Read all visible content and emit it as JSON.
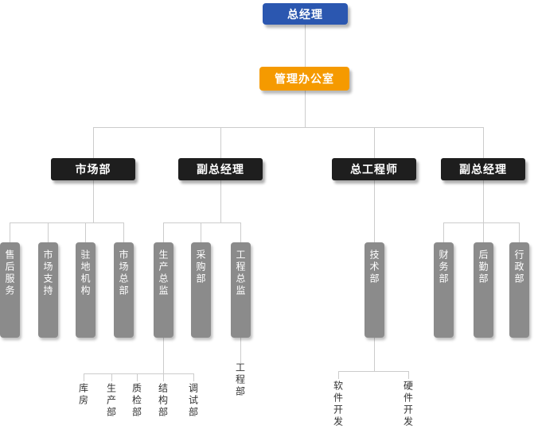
{
  "colors": {
    "root_box": "#2b57b0",
    "office_box": "#f59a00",
    "dept_box": "#1e1e1e",
    "sub_box": "#8b8b8b",
    "connector_line": "#cccccc",
    "leaf_text": "#333333"
  },
  "org": {
    "root": {
      "label": "总经理"
    },
    "office": {
      "label": "管理办公室"
    },
    "departments": [
      {
        "label": "市场部",
        "children": [
          {
            "label": "售后服务"
          },
          {
            "label": "市场支持"
          },
          {
            "label": "驻地机构"
          },
          {
            "label": "市场总部"
          }
        ]
      },
      {
        "label": "副总经理",
        "children": [
          {
            "label": "生产总监",
            "children": [
              {
                "label": "库房"
              },
              {
                "label": "生产部"
              },
              {
                "label": "质检部"
              },
              {
                "label": "结构部"
              },
              {
                "label": "调试部"
              }
            ]
          },
          {
            "label": "采购部"
          },
          {
            "label": "工程总监",
            "children": [
              {
                "label": "工程部"
              }
            ]
          }
        ]
      },
      {
        "label": "总工程师",
        "children": [
          {
            "label": "技术部",
            "children": [
              {
                "label": "软件开发"
              },
              {
                "label": "硬件开发"
              }
            ]
          }
        ]
      },
      {
        "label": "副总经理",
        "children": [
          {
            "label": "财务部"
          },
          {
            "label": "后勤部"
          },
          {
            "label": "行政部"
          }
        ]
      }
    ]
  }
}
